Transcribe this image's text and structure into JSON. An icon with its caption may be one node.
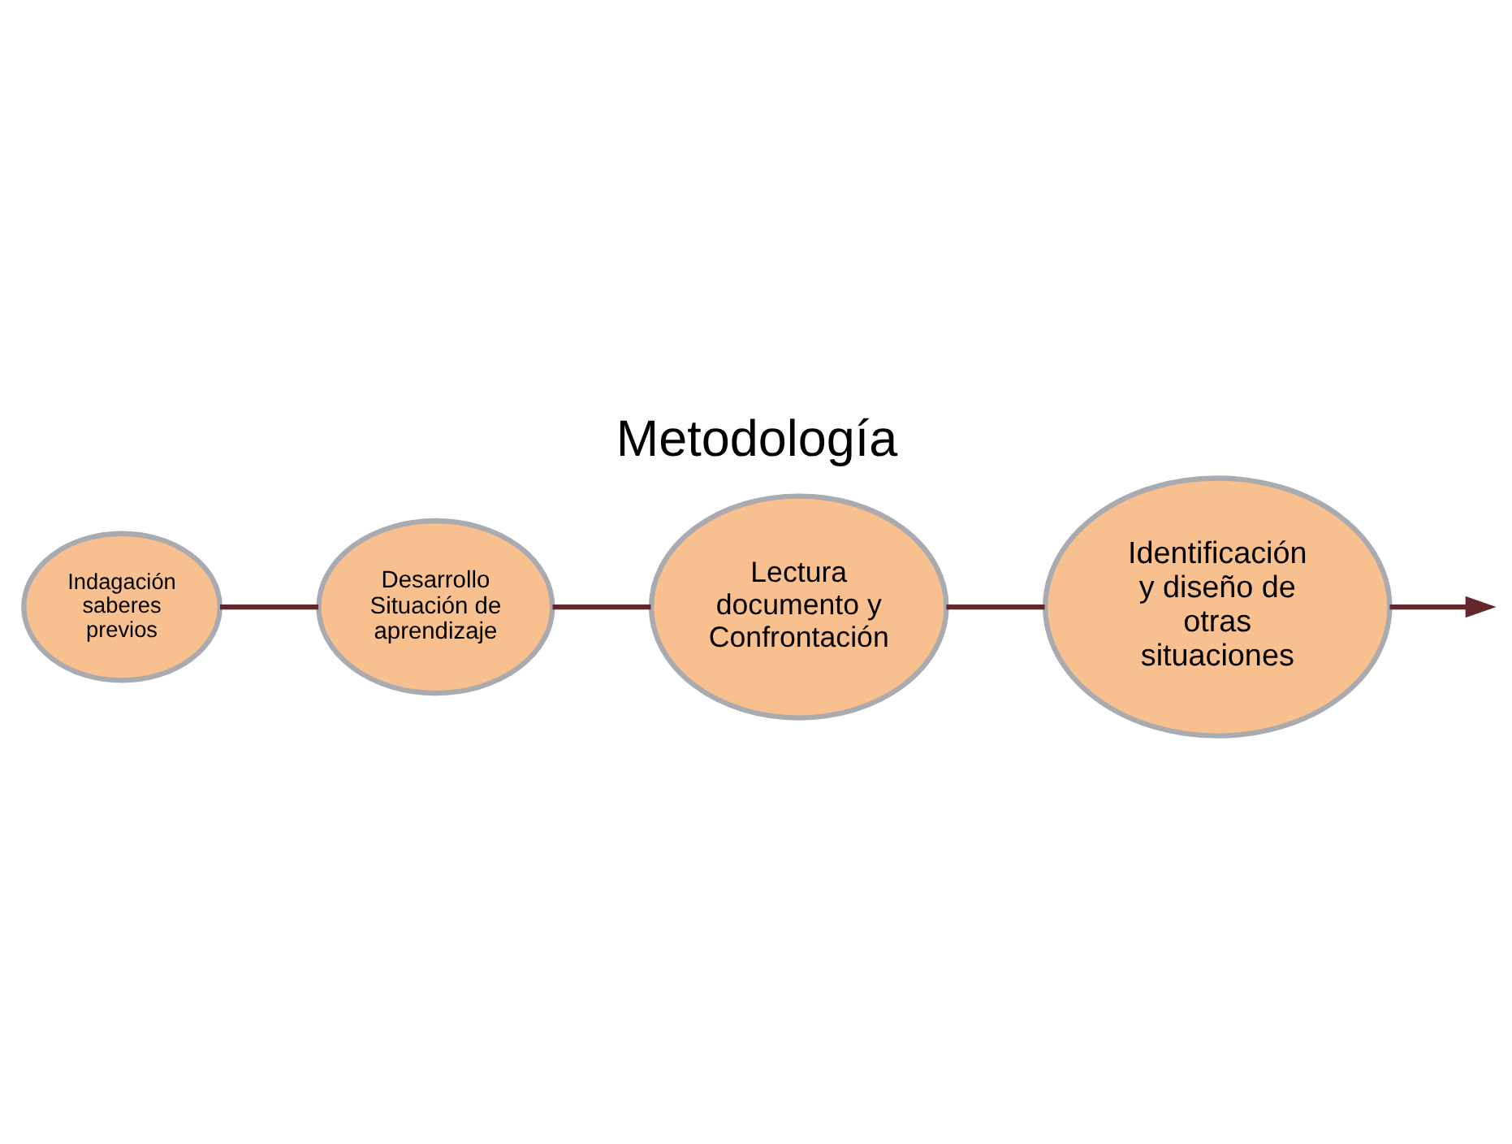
{
  "diagram": {
    "title": "Metodología",
    "nodes": [
      {
        "text": [
          "Indagación saberes previos"
        ]
      },
      {
        "text": [
          "Desarrollo Situación de aprendizaje"
        ]
      },
      {
        "text": [
          "Lectura documento y Confrontación"
        ]
      },
      {
        "text": [
          "Identificación y diseño de otras situaciones"
        ]
      }
    ],
    "edges": [
      {
        "from": 0,
        "to": 1,
        "arrow": "none"
      },
      {
        "from": 1,
        "to": 2,
        "arrow": "none"
      },
      {
        "from": 2,
        "to": 3,
        "arrow": "none"
      },
      {
        "from": 3,
        "to": null,
        "arrow": "to"
      }
    ]
  }
}
